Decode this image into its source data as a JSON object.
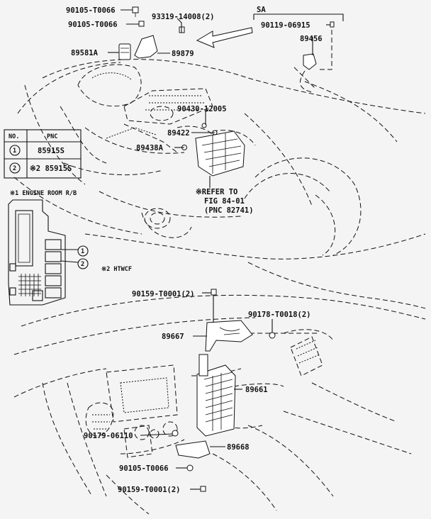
{
  "callouts": {
    "c1": "90105-T0066",
    "c2": "90105-T0066",
    "c3": "93319-14008(2)",
    "c4": "89581A",
    "c5": "89879",
    "c6": "SA",
    "c7": "90119-06915",
    "c8": "89456",
    "c9": "90430-12005",
    "c10": "89422",
    "c11": "89438A",
    "c12": "※REFER TO",
    "c13": "FIG 84-01",
    "c14": "(PNC 82741)",
    "c15": "90159-T0001(2)",
    "c16": "90178-T0018(2)",
    "c17": "89667",
    "c18": "89661",
    "c19": "90179-06110",
    "c20": "89668",
    "c21": "90105-T0066",
    "c22": "90159-T0001(2)"
  },
  "pnc_table": {
    "headers": [
      "NO.",
      "PNC"
    ],
    "rows": [
      {
        "no": "1",
        "pnc": "85915S"
      },
      {
        "no": "2",
        "pnc": "※2 85915S"
      }
    ]
  },
  "notes": {
    "engine_room": "※1 ENGINE ROOM R/B",
    "htwcf": "※2 HTWCF"
  },
  "inset_markers": [
    "1",
    "2"
  ]
}
